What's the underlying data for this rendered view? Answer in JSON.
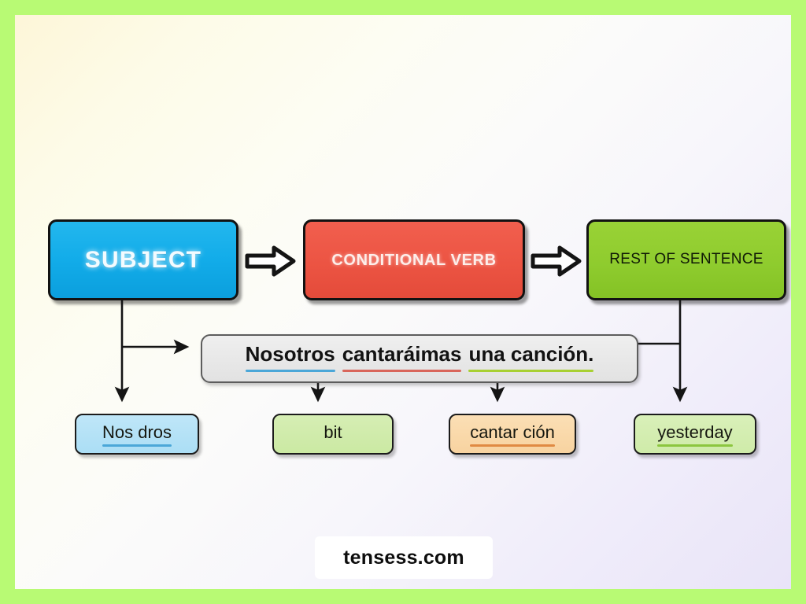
{
  "slide": {
    "border_color": "#b8fa74",
    "background_gradient_from": "#fdf6d8",
    "background_gradient_to": "#e9e4f8"
  },
  "flow": {
    "boxes": [
      {
        "id": "subject",
        "label": "SUBJECT",
        "color": "#12ace9",
        "text_color": "#f3fbff"
      },
      {
        "id": "verb",
        "label": "CONDITIONAL VERB",
        "color": "#ec5443",
        "text_color": "#fdeeea"
      },
      {
        "id": "rest",
        "label": "REST OF SENTENCE",
        "color": "#8fcc2e",
        "text_color": "#101a06"
      }
    ],
    "arrows": [
      {
        "id": "subject-to-verb",
        "icon": "block-arrow-right-icon"
      },
      {
        "id": "verb-to-rest",
        "icon": "block-arrow-right-icon"
      }
    ]
  },
  "example": {
    "segments": [
      {
        "id": "subject",
        "text": "Nosotros",
        "underline_color": "#4ba7d8"
      },
      {
        "id": "verb",
        "text": "cantaráimas",
        "underline_color": "#d9665b"
      },
      {
        "id": "rest",
        "text": "una canción.",
        "underline_color": "#a8d032"
      }
    ],
    "full_text": "Nosotros cantaráimas una canción."
  },
  "leaves": [
    {
      "id": "subject",
      "label": "Nos dros",
      "fill": "#abdef5",
      "underline_color": "#4ba7d8",
      "underlined": true
    },
    {
      "id": "verb",
      "label": "bit",
      "fill": "#cbe9a3",
      "underline_color": "#a8d032",
      "underlined": false
    },
    {
      "id": "object",
      "label": "cantar ción",
      "fill": "#f8d3a0",
      "underline_color": "#e08a43",
      "underlined": true
    },
    {
      "id": "rest",
      "label": "yesterday",
      "fill": "#cfeba9",
      "underline_color": "#8cc63f",
      "underlined": true
    }
  ],
  "footer": {
    "watermark": "tensess.com"
  }
}
